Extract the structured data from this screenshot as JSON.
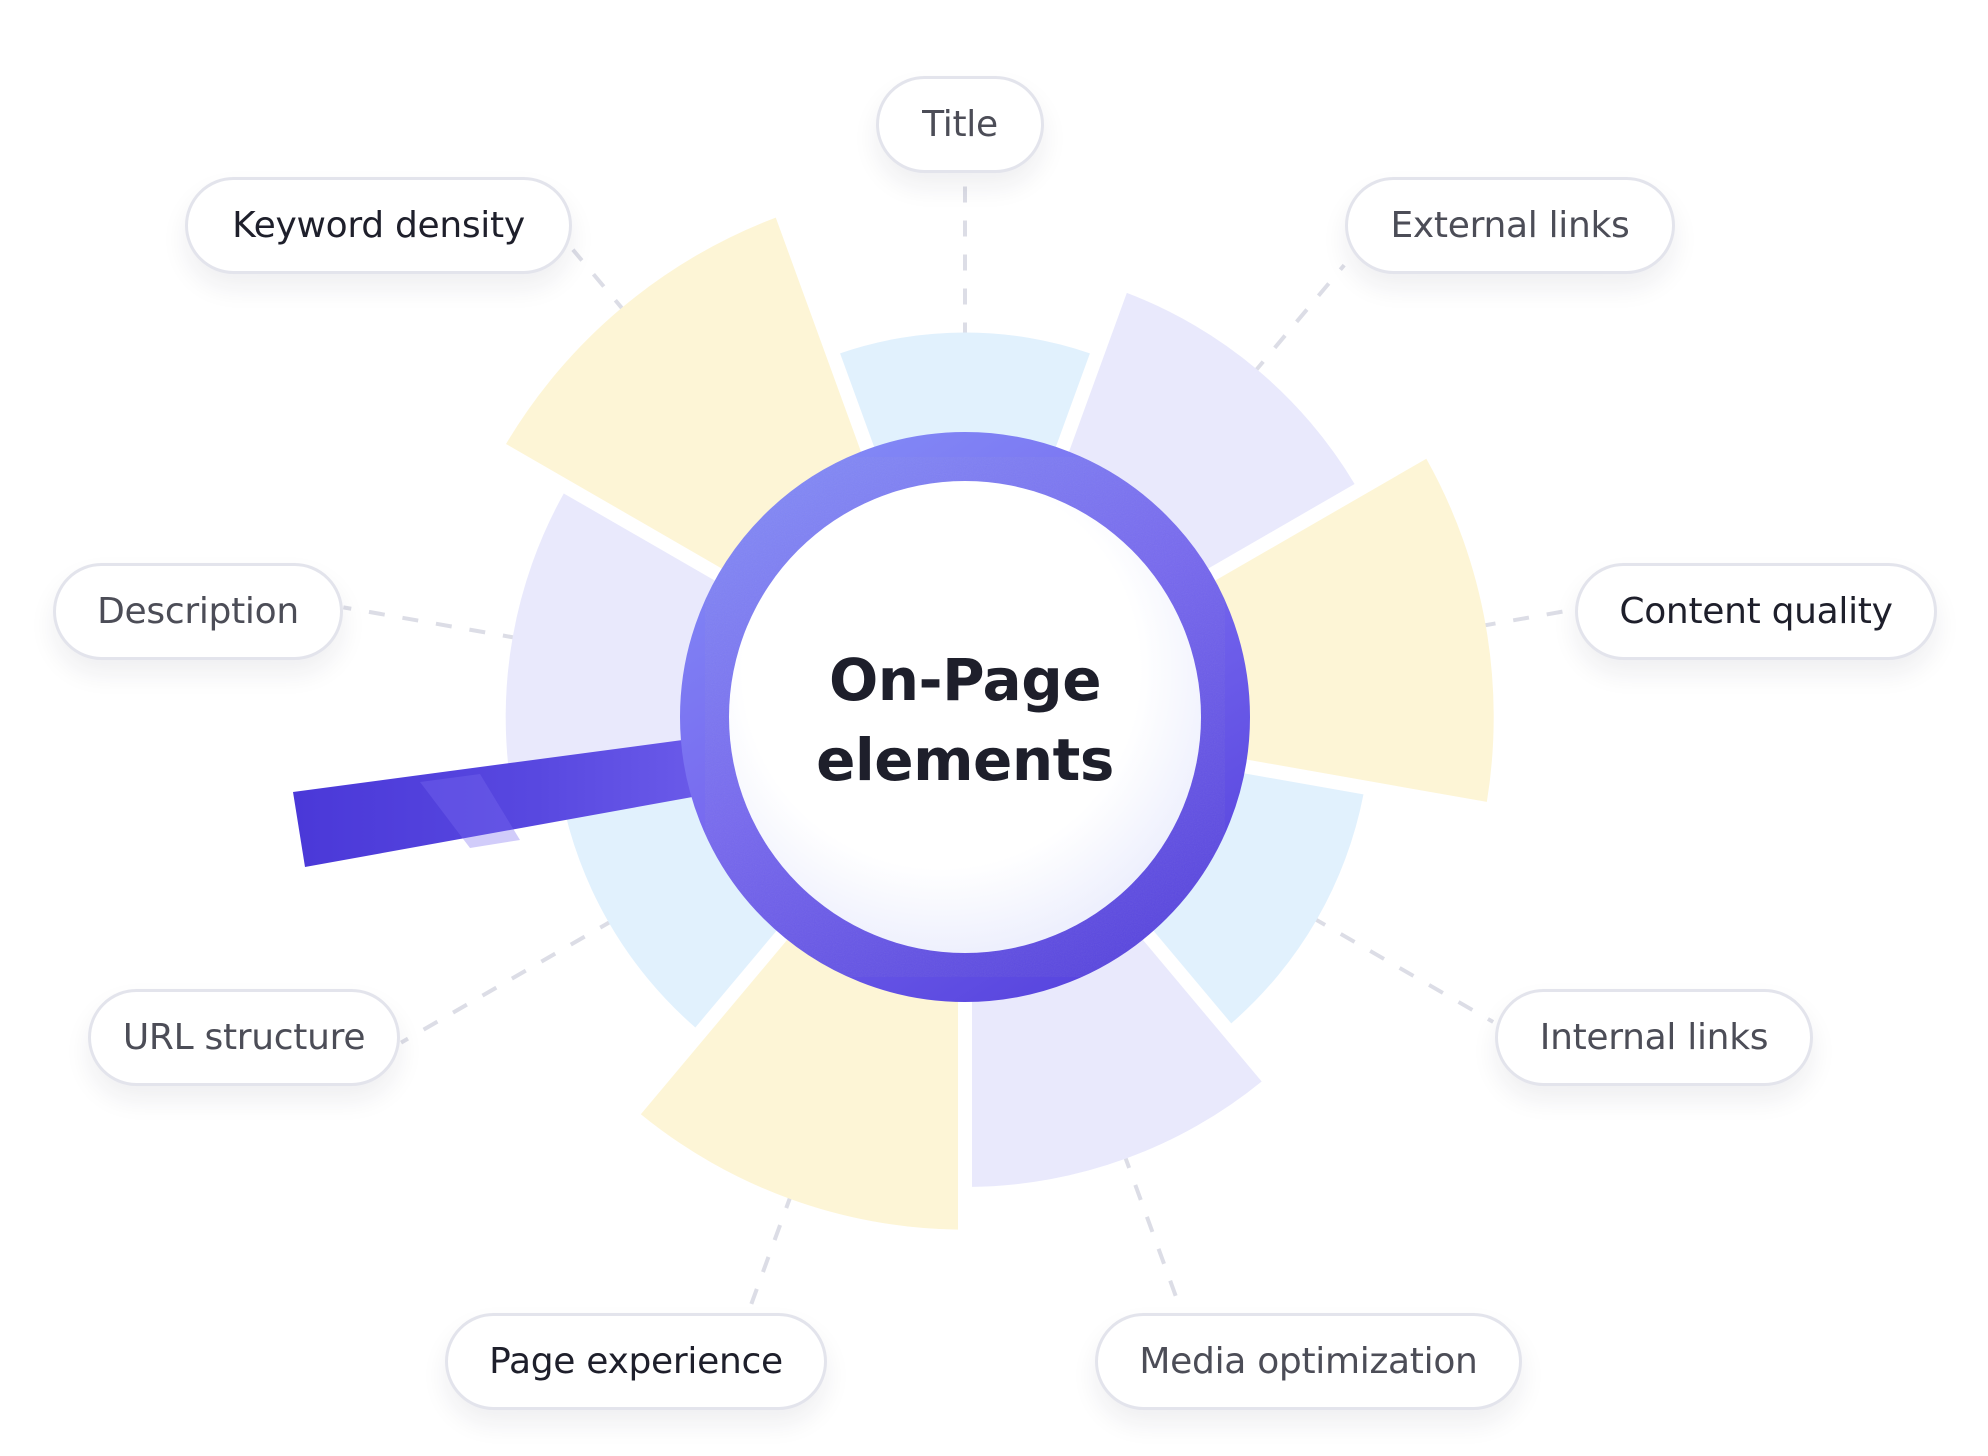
{
  "diagram": {
    "center_title": {
      "line1": "On-Page",
      "line2": "elements"
    },
    "colors": {
      "yellow": "#fdf5d6",
      "lavender": "#e9e9fc",
      "light_blue": "#e1f1fd",
      "ring_light": "#8189f5",
      "ring_mid": "#7467ee",
      "ring_dark": "#5443dd",
      "handle": "#5140dc",
      "connector": "#dcdde6",
      "text_dark": "#1e1f2b",
      "text_muted": "#4c4d57"
    },
    "magnifier_icon": "magnifying-glass",
    "elements": [
      {
        "label": "Title",
        "relative_size": 0.72,
        "fill": "light_blue",
        "text_tone": "muted"
      },
      {
        "label": "External links",
        "relative_size": 0.85,
        "fill": "lavender",
        "text_tone": "muted"
      },
      {
        "label": "Content quality",
        "relative_size": 0.99,
        "fill": "yellow",
        "text_tone": "dark"
      },
      {
        "label": "Internal links",
        "relative_size": 0.76,
        "fill": "light_blue",
        "text_tone": "muted"
      },
      {
        "label": "Media optimization",
        "relative_size": 0.88,
        "fill": "lavender",
        "text_tone": "muted"
      },
      {
        "label": "Page experience",
        "relative_size": 0.96,
        "fill": "yellow",
        "text_tone": "dark"
      },
      {
        "label": "URL structure",
        "relative_size": 0.77,
        "fill": "light_blue",
        "text_tone": "muted"
      },
      {
        "label": "Description",
        "relative_size": 0.86,
        "fill": "lavender",
        "text_tone": "muted"
      },
      {
        "label": "Keyword density",
        "relative_size": 1.0,
        "fill": "yellow",
        "text_tone": "dark"
      }
    ]
  }
}
